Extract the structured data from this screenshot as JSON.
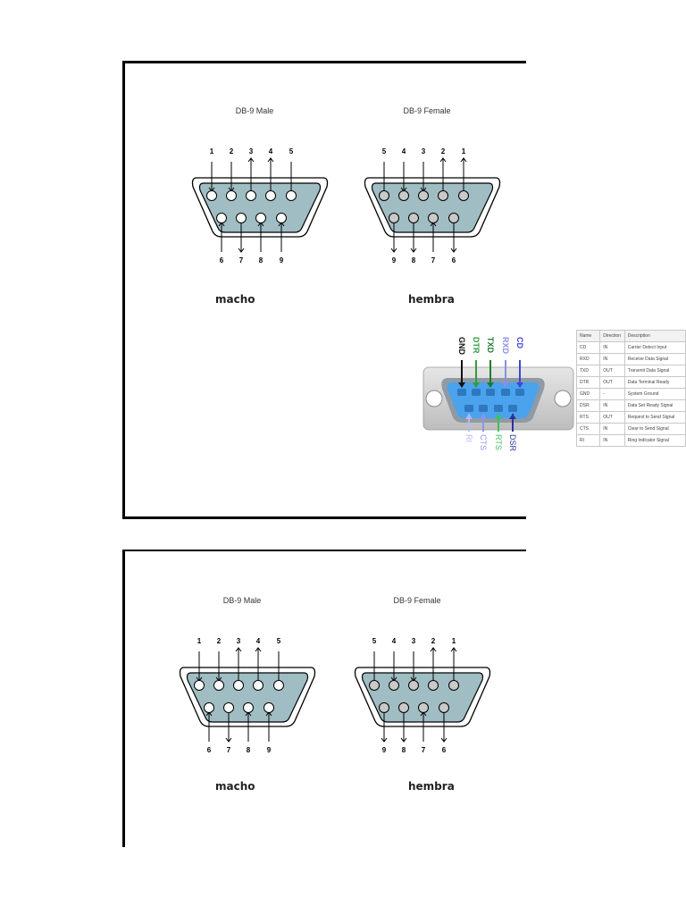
{
  "panels": [
    {
      "male": {
        "title": "DB-9 Male",
        "top_pins": [
          "1",
          "2",
          "3",
          "4",
          "5"
        ],
        "bottom_pins": [
          "6",
          "7",
          "8",
          "9"
        ],
        "caption": "macho"
      },
      "female": {
        "title": "DB-9 Female",
        "top_pins": [
          "5",
          "4",
          "3",
          "2",
          "1"
        ],
        "bottom_pins": [
          "9",
          "8",
          "7",
          "6"
        ],
        "caption": "hembra"
      }
    },
    {
      "male": {
        "title": "DB-9 Male",
        "top_pins": [
          "1",
          "2",
          "3",
          "4",
          "5"
        ],
        "bottom_pins": [
          "6",
          "7",
          "8",
          "9"
        ],
        "caption": "macho"
      },
      "female": {
        "title": "DB-9 Female",
        "top_pins": [
          "5",
          "4",
          "3",
          "2",
          "1"
        ],
        "bottom_pins": [
          "9",
          "8",
          "7",
          "6"
        ],
        "caption": "hembra"
      }
    }
  ],
  "photo": {
    "top_labels": [
      "GND",
      "DTR",
      "TXD",
      "RXD",
      "CD"
    ],
    "bottom_labels": [
      "RI",
      "CTS",
      "RTS",
      "DSR"
    ],
    "colors": {
      "GND": "#111111",
      "DTR": "#2e9e3e",
      "TXD": "#1f7a2e",
      "RXD": "#8a8ee6",
      "CD": "#3d46d6",
      "RI": "#b7b9ef",
      "CTS": "#8f93e8",
      "RTS": "#3fbf5f",
      "DSR": "#2a3399"
    },
    "shell_color": "#4aa3ec"
  },
  "pin_table": {
    "headers": [
      "Name",
      "Direction",
      "Description"
    ],
    "rows": [
      [
        "CD",
        "IN",
        "Carrier Detect Input"
      ],
      [
        "RXD",
        "IN",
        "Receive Data Signal"
      ],
      [
        "TXD",
        "OUT",
        "Transmit Data Signal"
      ],
      [
        "DTR",
        "OUT",
        "Data Terminal Ready"
      ],
      [
        "GND",
        "-",
        "System Ground"
      ],
      [
        "DSR",
        "IN",
        "Data Set Ready Signal"
      ],
      [
        "RTS",
        "OUT",
        "Request to Send Signal"
      ],
      [
        "CTS",
        "IN",
        "Clear to Send Signal"
      ],
      [
        "RI",
        "IN",
        "Ring Indicator Signal"
      ]
    ]
  },
  "colors": {
    "connector_fill": "#9fbdc3",
    "pin_male": "#ffffff",
    "pin_female": "#c9c9c9"
  }
}
